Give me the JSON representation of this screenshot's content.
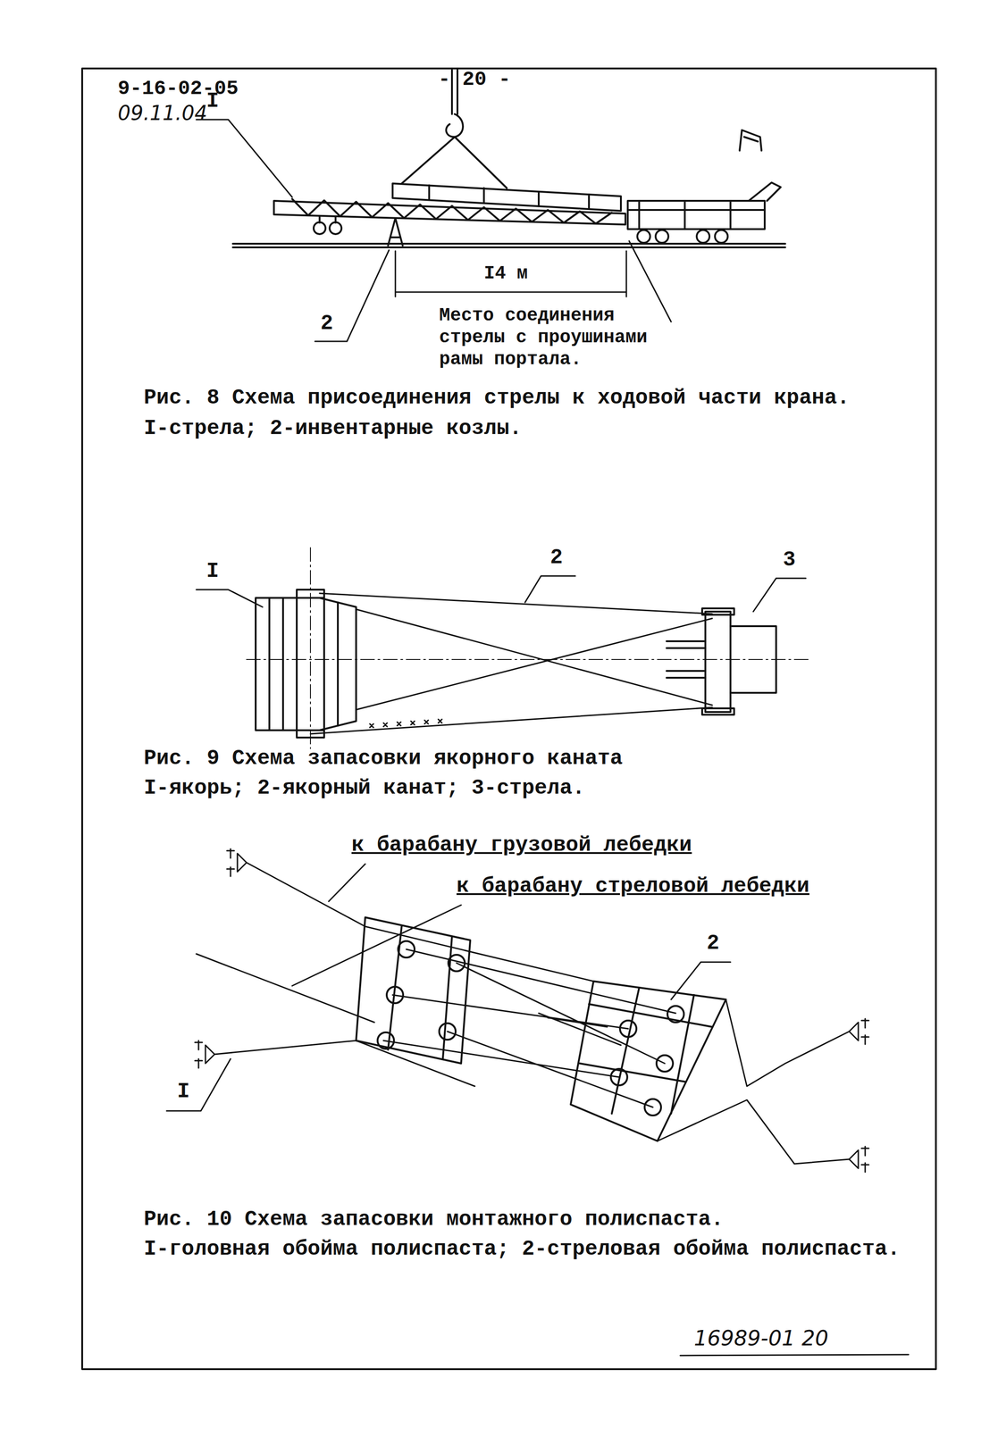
{
  "diagram": {
    "labels": [
      "9-16-02-05",
      "09.11.04",
      "- 20 -",
      "I",
      "I4 м",
      "2",
      "Место соединения стрелы с проушинами рамы портала.",
      "Рис. 8 Схема присоединения стрелы к ходовой части крана.",
      "I-стрела; 2-инвентарные козлы.",
      "I",
      "2",
      "3",
      "Рис. 9 Схема запасовки якорного каната",
      "I-якорь; 2-якорный канат; 3-стрела.",
      "к барабану грузовой лебедки",
      "к барабану стреловой лебедки",
      "2",
      "I",
      "Рис. 10 Схема запасовки монтажного полиспаста.",
      "I-головная обойма полиспаста; 2-стреловая обойма полиспаста.",
      "16989-01 20"
    ]
  }
}
